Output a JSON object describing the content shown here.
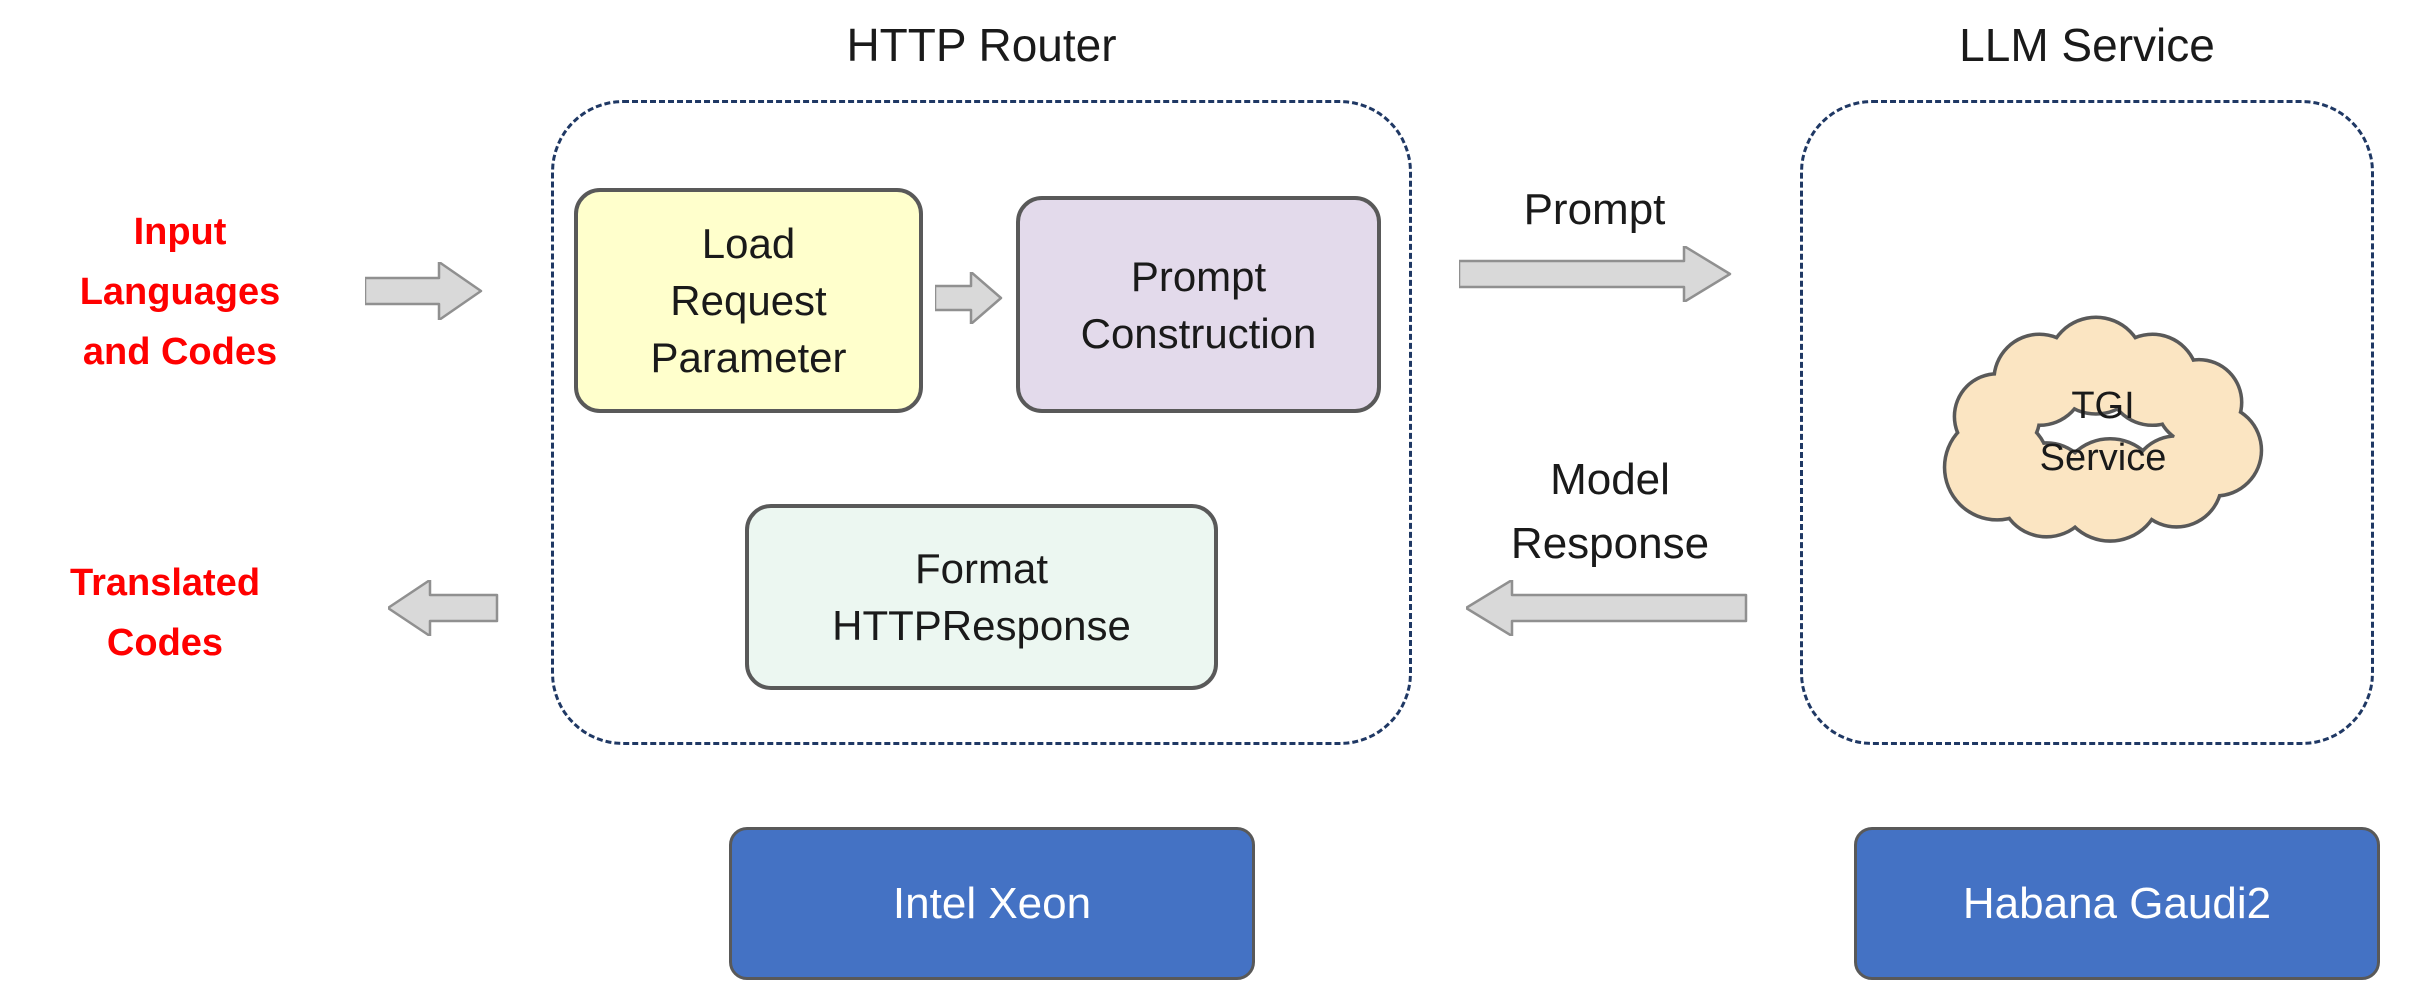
{
  "titles": {
    "http_router": "HTTP Router",
    "llm_service": "LLM Service"
  },
  "router": {
    "load_request": "Load Request Parameter",
    "prompt_construction": "Prompt Construction",
    "format_response": "Format HTTPResponse"
  },
  "llm": {
    "cloud_label": "TGI Service"
  },
  "side_labels": {
    "input": "Input Languages and Codes",
    "output": "Translated Codes"
  },
  "flow_labels": {
    "prompt": "Prompt",
    "model_response": "Model Response"
  },
  "hardware": {
    "cpu": "Intel Xeon",
    "accelerator": "Habana Gaudi2"
  },
  "colors": {
    "label_red": "#FF0000",
    "dashed_border": "#1F3864",
    "box_yellow": "#FFFFCC",
    "box_purple": "#E3DAEB",
    "box_mint": "#ECF7F1",
    "cloud_fill": "#FBE5C2",
    "hardware_blue": "#4472C4",
    "arrow_fill": "#D9D9D9",
    "box_border": "#595959"
  }
}
